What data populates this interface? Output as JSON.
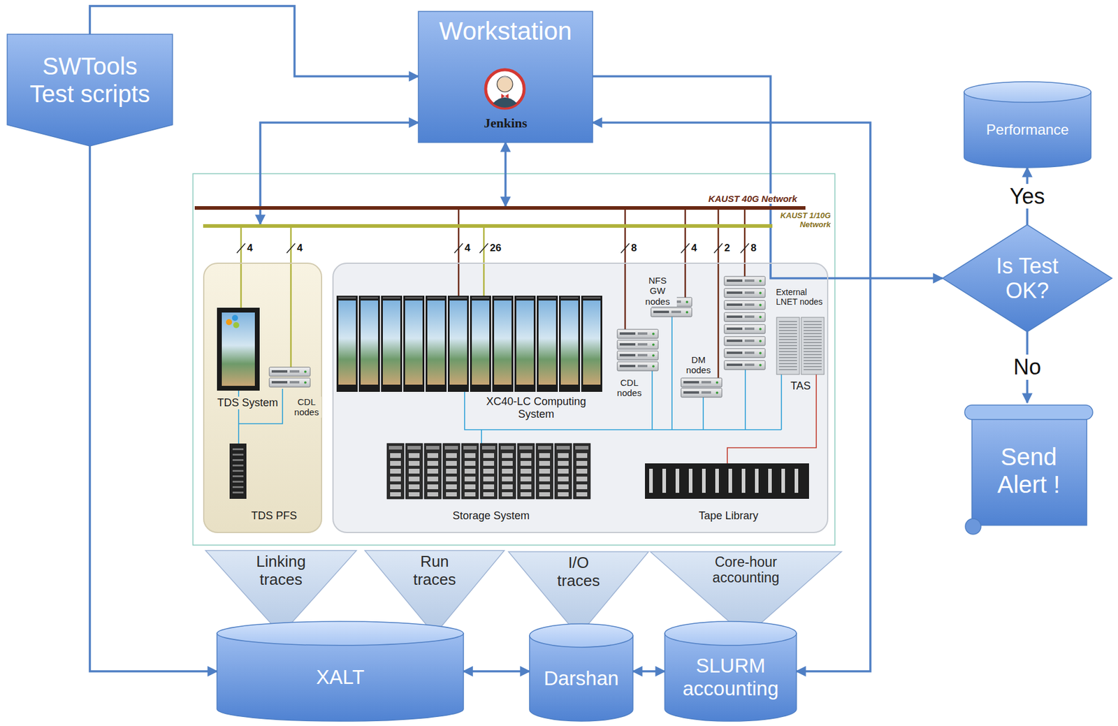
{
  "diagram": {
    "nodes": [
      {
        "text": [
          "SWTools Test scripts"
        ]
      },
      {
        "text": [
          "Workstation",
          "Jenkins"
        ]
      },
      {
        "text": [
          "Performance"
        ]
      },
      {
        "text": [
          "KAUST 40G Network"
        ]
      },
      {
        "text": [
          "KAUST 1/10G Network"
        ]
      },
      {
        "text": [
          "TDS System",
          "CDL nodes",
          "TDS PFS"
        ]
      },
      {
        "text": [
          "XC40-LC Computing System",
          "CDL nodes",
          "NFS GW nodes",
          "DM nodes",
          "External LNET nodes",
          "TAS",
          "Storage System",
          "Tape Library"
        ]
      },
      {
        "text": [
          "Is Test OK?"
        ]
      },
      {
        "text": [
          "Send Alert !"
        ]
      },
      {
        "text": [
          "Linking traces"
        ]
      },
      {
        "text": [
          "Run traces"
        ]
      },
      {
        "text": [
          "I/O traces"
        ]
      },
      {
        "text": [
          "Core-hour accounting"
        ]
      },
      {
        "text": [
          "XALT"
        ]
      },
      {
        "text": [
          "Darshan"
        ]
      },
      {
        "text": [
          "SLURM accounting"
        ]
      }
    ],
    "edges": [
      {
        "from": 0,
        "to": 1,
        "arrow": "to"
      },
      {
        "from": 0,
        "to": 13,
        "arrow": "to"
      },
      {
        "from": 1,
        "to": 3,
        "arrow": "both"
      },
      {
        "from": 1,
        "to": 4,
        "arrow": "both"
      },
      {
        "from": 15,
        "to": 1,
        "arrow": "both"
      },
      {
        "from": 1,
        "to": 7,
        "arrow": "to"
      },
      {
        "from": 7,
        "to": 2,
        "label": "Yes",
        "arrow": "to"
      },
      {
        "from": 7,
        "to": 8,
        "label": "No",
        "arrow": "to"
      },
      {
        "from": 13,
        "to": 14,
        "arrow": "both"
      },
      {
        "from": 14,
        "to": 15,
        "arrow": "both"
      }
    ],
    "labels": [
      "4",
      "4",
      "4",
      "26",
      "8",
      "4",
      "2",
      "8"
    ]
  }
}
